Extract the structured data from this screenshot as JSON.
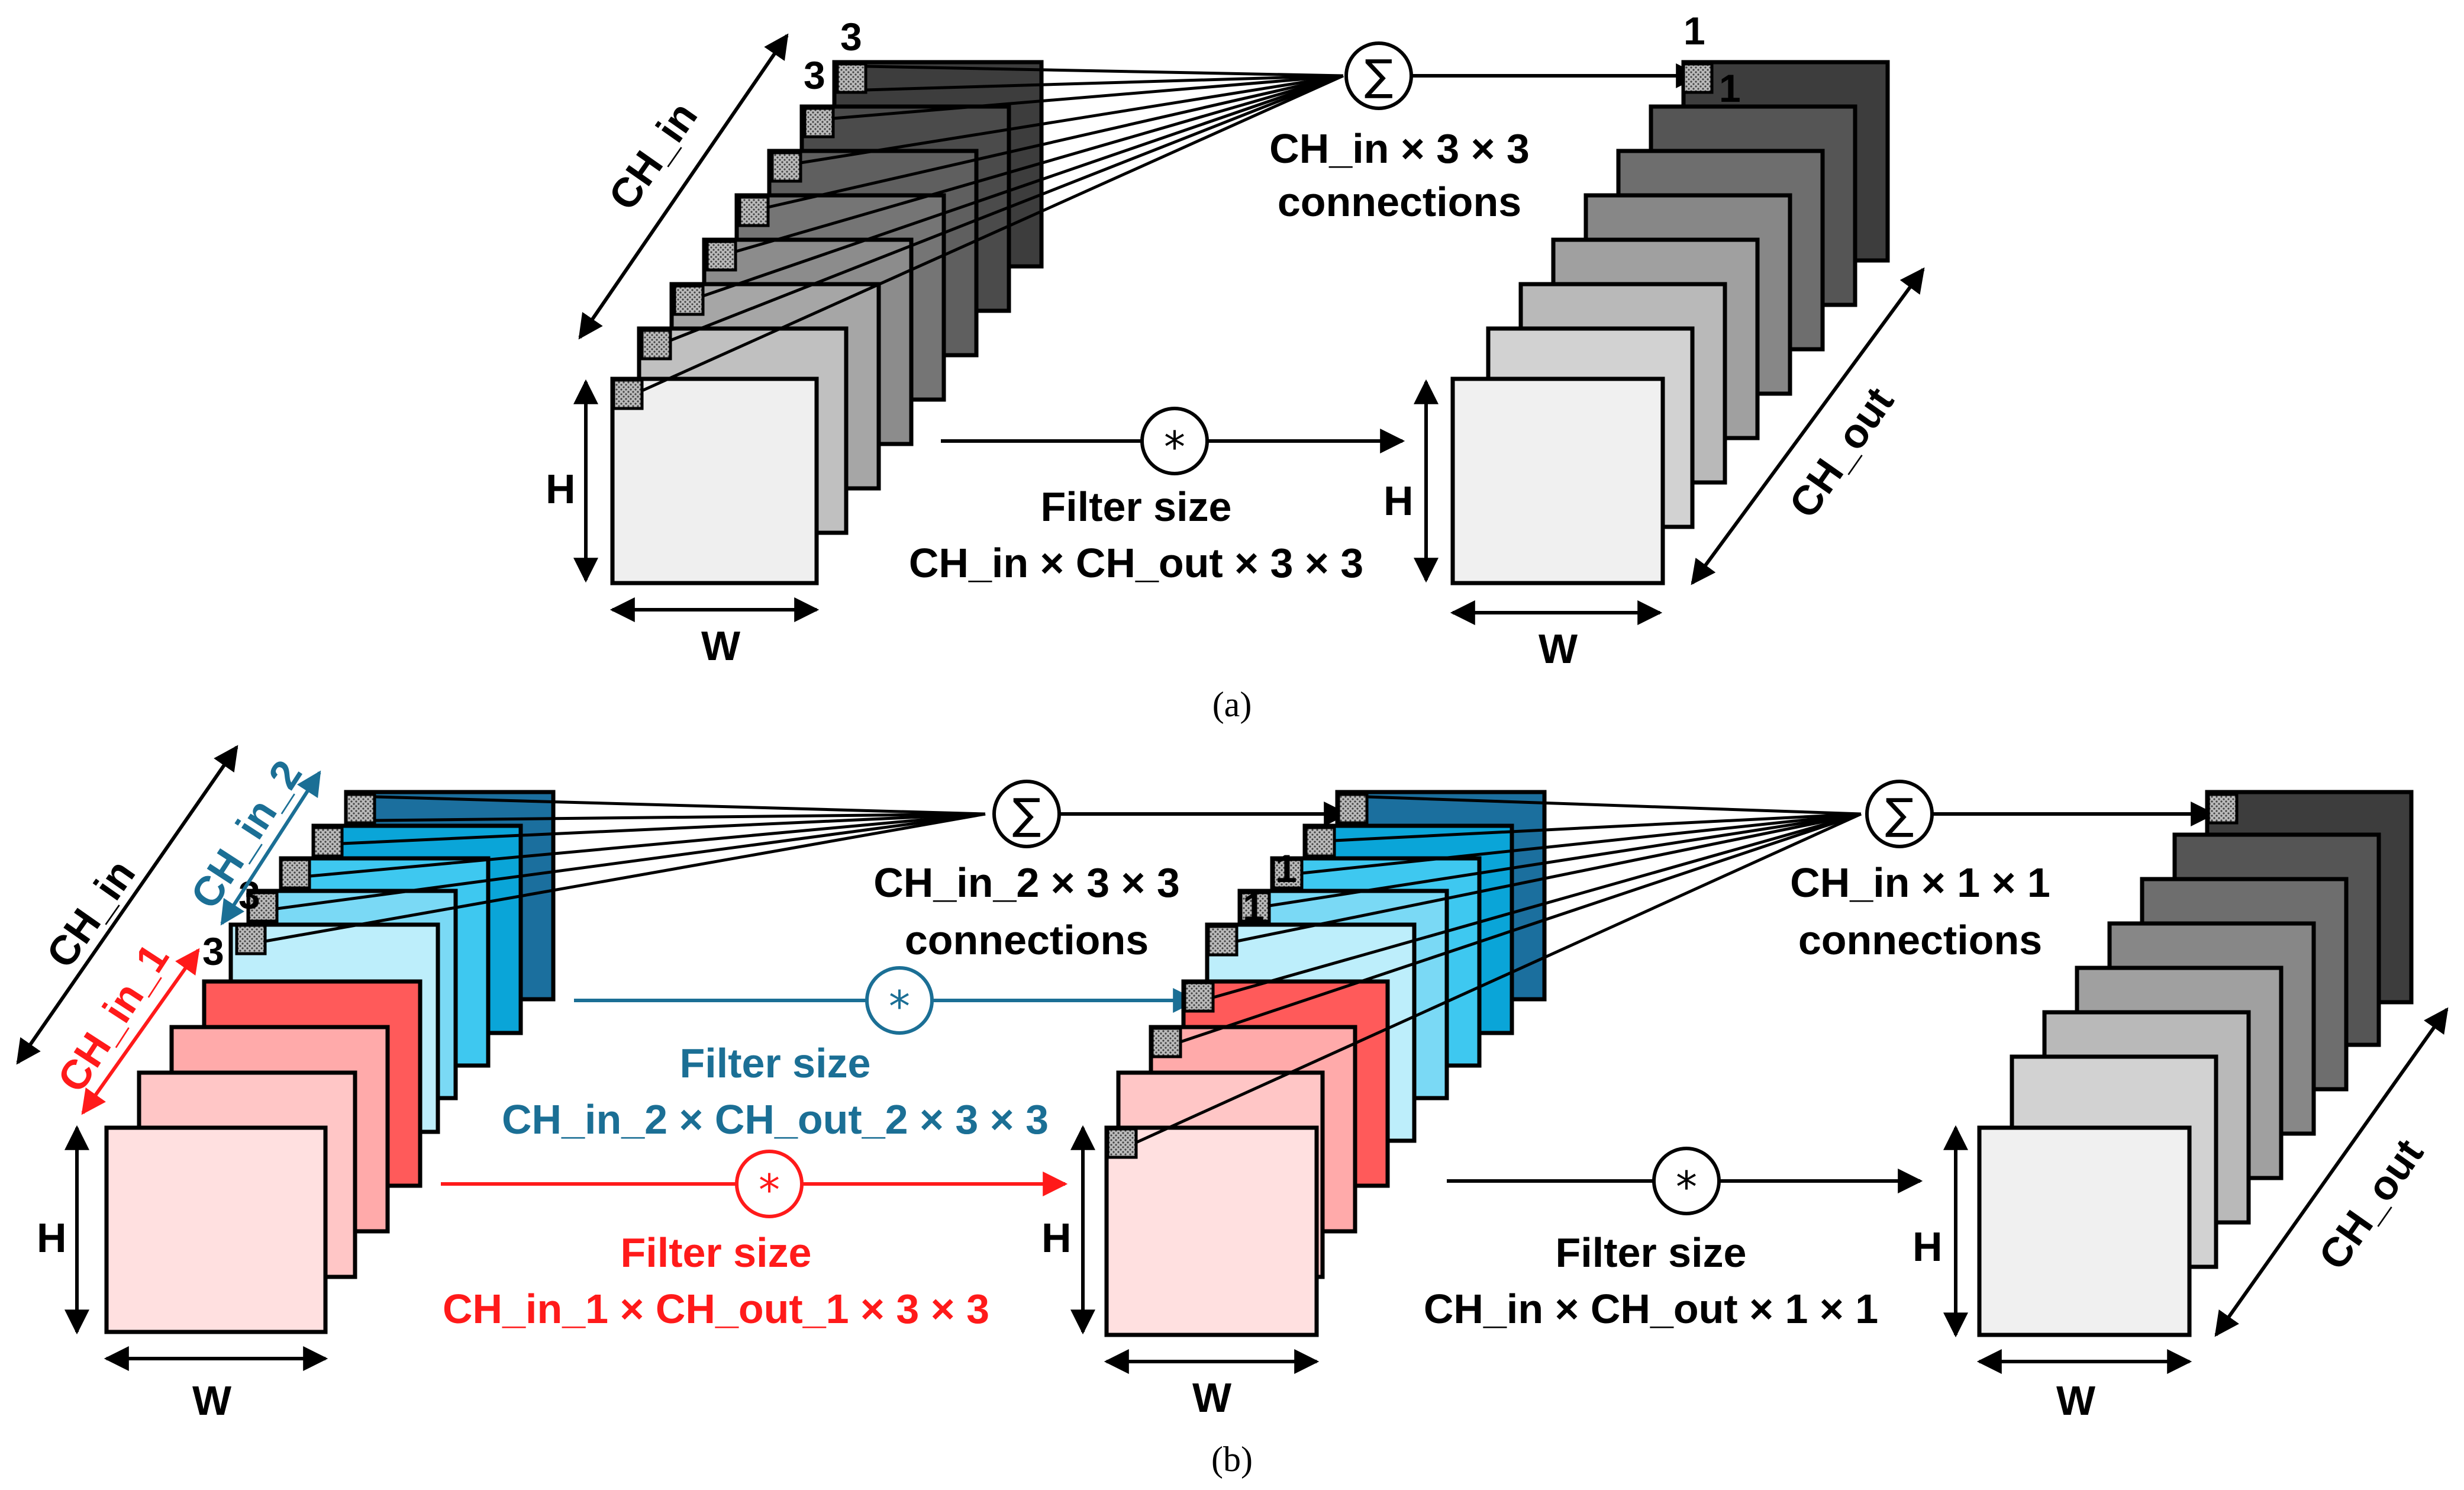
{
  "panel_a": {
    "in_channels_label": "CH_in",
    "height_label": "H",
    "width_label": "W",
    "kernel_label_1": "3",
    "kernel_label_2": "3",
    "sum_symbol": "∑",
    "connections_line1": "CH_in × 3 × 3",
    "connections_line2": "connections",
    "conv_symbol": "*",
    "filter_title": "Filter size",
    "filter_formula": "CH_in × CH_out × 3 × 3",
    "out_kernel_label_1": "1",
    "out_kernel_label_2": "1",
    "out_channels_label": "CH_out",
    "out_height_label": "H",
    "out_width_label": "W",
    "caption": "(a)"
  },
  "panel_b": {
    "in_channels_label": "CH_in",
    "in2_label": "CH_in_2",
    "in1_label": "CH_in_1",
    "kernel_label_1": "3",
    "kernel_label_2": "3",
    "height_label": "H",
    "width_label": "W",
    "sum1_symbol": "∑",
    "connections1_line1": "CH_in_2 × 3 × 3",
    "connections1_line2": "connections",
    "conv_blue_symbol": "*",
    "filter_blue_title": "Filter size",
    "filter_blue_formula": "CH_in_2 × CH_out_2 × 3 × 3",
    "conv_red_symbol": "*",
    "filter_red_title": "Filter size",
    "filter_red_formula": "CH_in_1 × CH_out_1 × 3 × 3",
    "mid_kernel_label_1": "1",
    "mid_kernel_label_2": "1",
    "mid_height_label": "H",
    "mid_width_label": "W",
    "sum2_symbol": "∑",
    "connections2_line1": "CH_in × 1 × 1",
    "connections2_line2": "connections",
    "conv_black_symbol": "*",
    "filter_black_title": "Filter size",
    "filter_black_formula": "CH_in × CH_out × 1 × 1",
    "out_channels_label": "CH_out",
    "out_height_label": "H",
    "out_width_label": "W",
    "caption": "(b)"
  },
  "colors": {
    "blue_text": "#1b6f95",
    "red_text": "#ff1a1a",
    "gray_stack": [
      "#3d3d3d",
      "#555555",
      "#6e6e6e",
      "#878787",
      "#a0a0a0",
      "#b9b9b9",
      "#d2d2d2",
      "#f0f0f0"
    ],
    "blue_stack": [
      "#1b6f9e",
      "#0aa5d8",
      "#3ec8f0",
      "#7ad9f5",
      "#bdeefb"
    ],
    "red_stack": [
      "#ff5a5a",
      "#ffaaaa",
      "#ffc6c6",
      "#ffe0e0"
    ]
  }
}
